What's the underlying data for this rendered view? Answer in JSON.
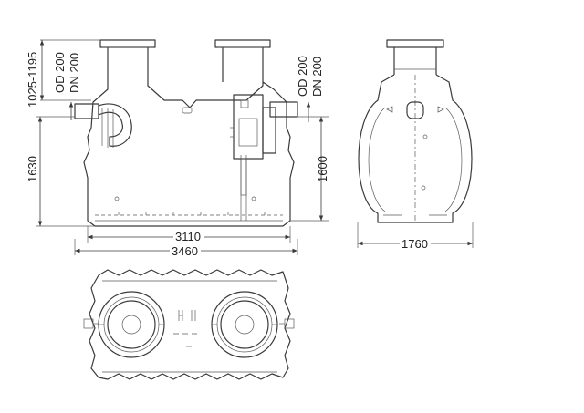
{
  "dimensions": {
    "lid_range": "1025-1195",
    "pipe_left_od": "OD 200",
    "pipe_left_dn": "DN 200",
    "pipe_right_od": "OD 200",
    "pipe_right_dn": "DN 200",
    "height_left": "1630",
    "height_right": "1600",
    "inner_length": "3110",
    "outer_length": "3460",
    "width": "1760"
  }
}
